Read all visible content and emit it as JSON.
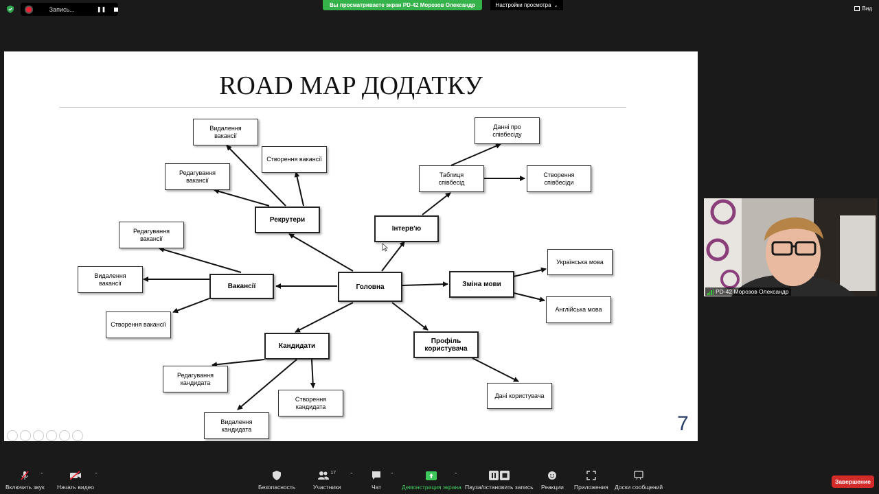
{
  "top_bar": {
    "recording_label": "Запись...",
    "share_banner": "Вы просматриваете экран PD-42 Морозов Олександр",
    "view_settings": "Настройки просмотра",
    "view_button": "Вид"
  },
  "slide": {
    "title": "ROAD MAP ДОДАТКУ",
    "page_number": "7",
    "nodes": {
      "main": "Головна",
      "vacancies": "Вакансії",
      "recruiters": "Рекрутери",
      "interview": "Інтерв'ю",
      "interview_table": "Таблиця співбесід",
      "interview_data": "Данні про співбесіду",
      "create_interview": "Створення співбесіди",
      "lang": "Зміна мови",
      "lang_ua": "Українська мова",
      "lang_en": "Англійська мова",
      "profile": "Профіль користувача",
      "user_data": "Дані користувача",
      "candidates": "Кандидати",
      "edit_candidate": "Редагування кандидата",
      "delete_candidate": "Видалення кандидата",
      "create_candidate": "Створення кандидата",
      "rec_delete_vac": "Видалення вакансії",
      "rec_create_vac": "Створення вакансії",
      "rec_edit_vac": "Редагування вакансії",
      "vac_edit_vac": "Редагування вакансії",
      "vac_delete_vac": "Видалення вакансії",
      "vac_create_vac": "Створення вакансії"
    }
  },
  "participant": {
    "name": "PD-42 Морозов Олександр"
  },
  "toolbar": {
    "mute": "Включить звук",
    "video": "Начать видео",
    "security": "Безопасность",
    "participants": "Участники",
    "participants_count": "17",
    "chat": "Чат",
    "share": "Демонстрация экрана",
    "pause_record": "Пауза/остановить запись",
    "reactions": "Реакции",
    "apps": "Приложения",
    "whiteboards": "Доски сообщений",
    "end": "Завершение"
  },
  "colors": {
    "share_green": "#35b34a",
    "end_red": "#d32a2a",
    "slide_number_blue": "#2a3f6a"
  }
}
